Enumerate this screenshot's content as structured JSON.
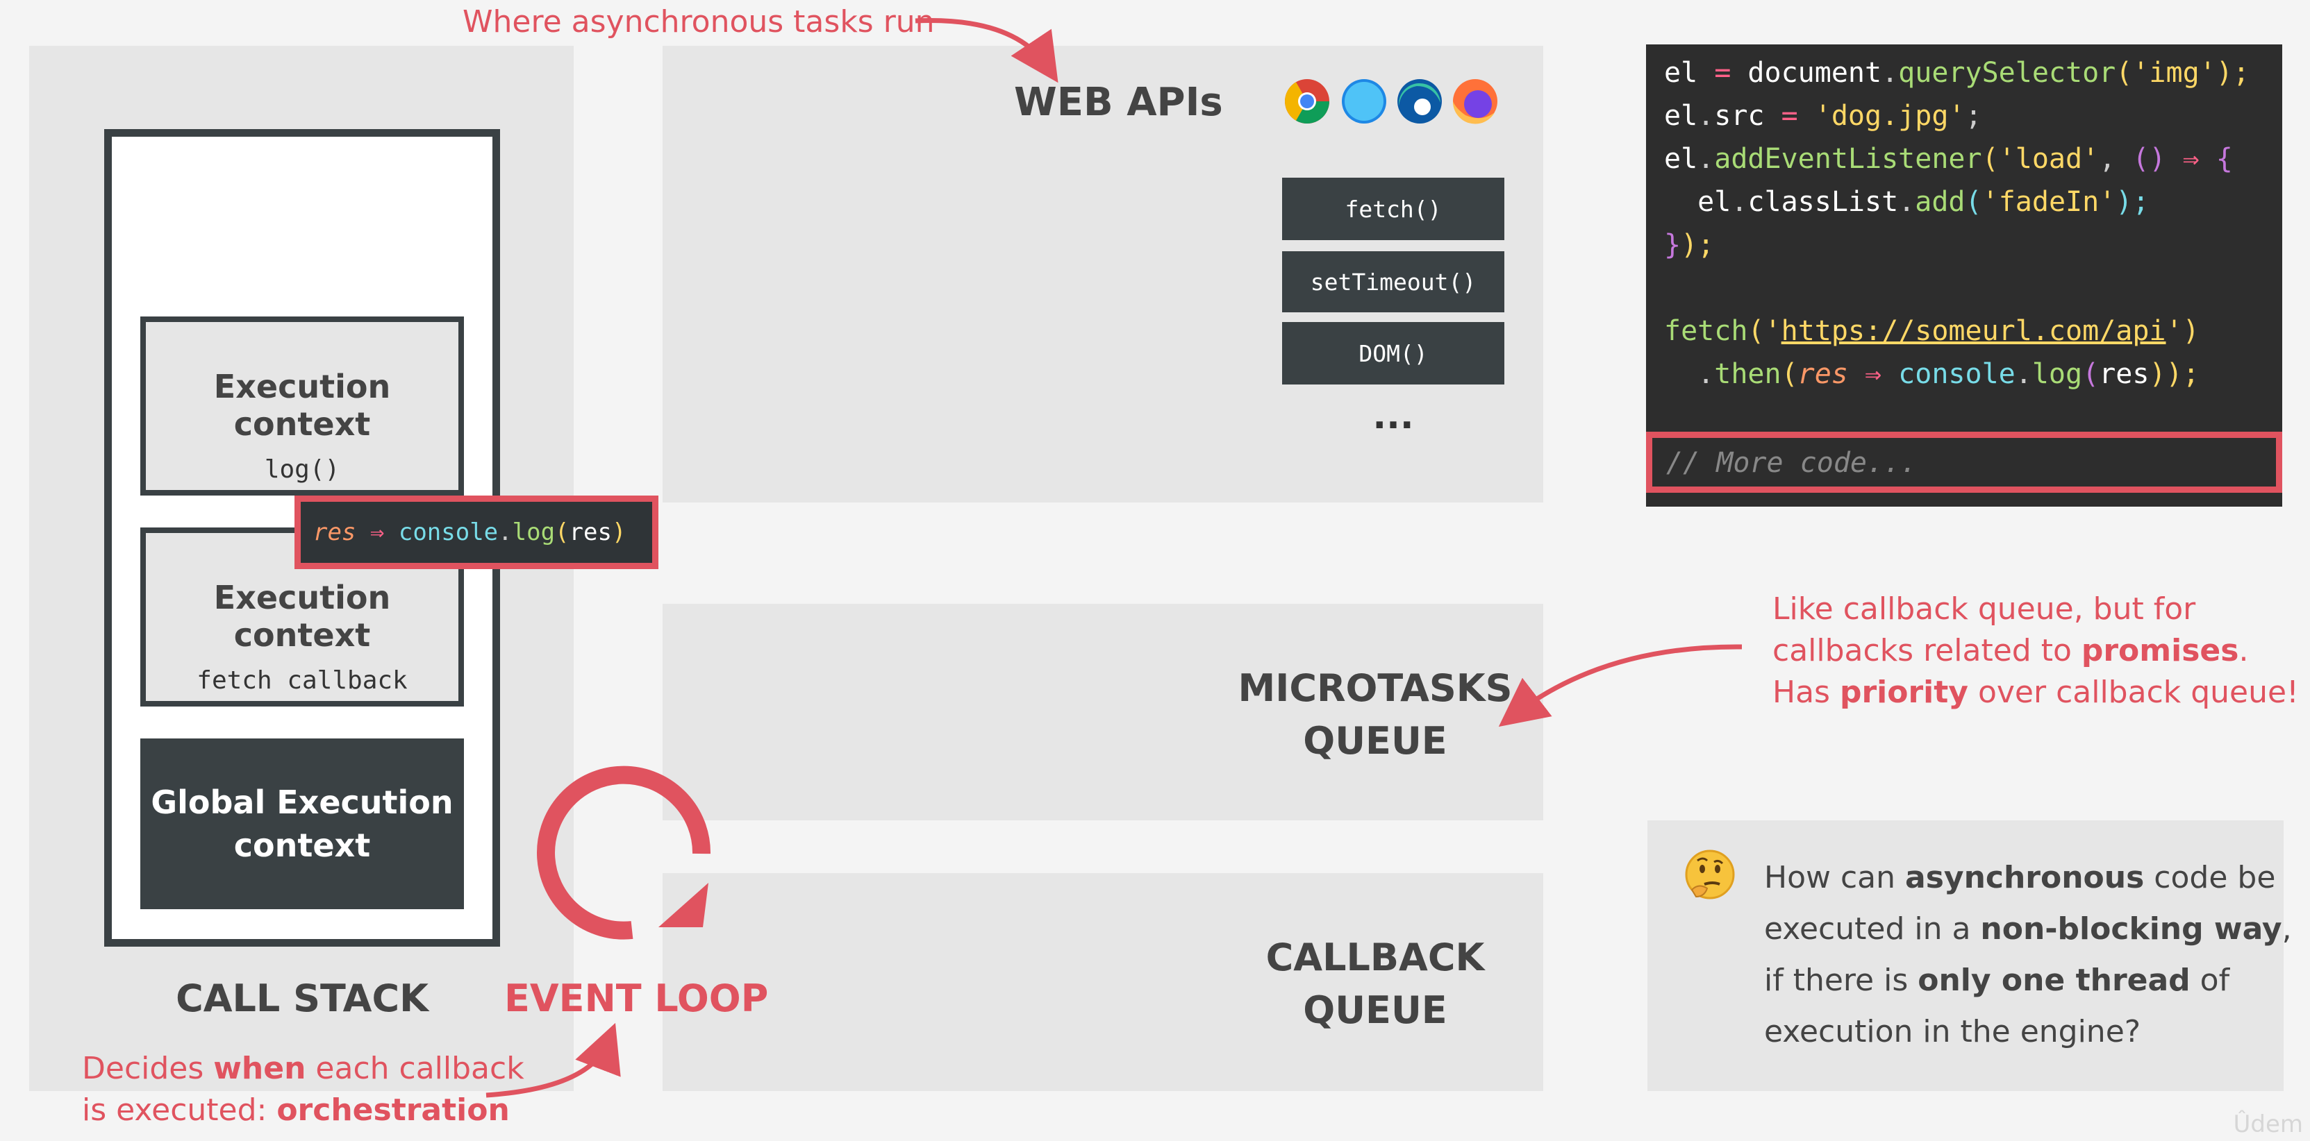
{
  "annotations": {
    "web_apis_note": "Where asynchronous tasks run",
    "event_loop_note_1a": "Decides ",
    "event_loop_note_1b": "when",
    "event_loop_note_1c": " each callback",
    "event_loop_note_2a": "is executed: ",
    "event_loop_note_2b": "orchestration",
    "microtasks_note_1": "Like callback queue, but for",
    "microtasks_note_2a": "callbacks related to ",
    "microtasks_note_2b": "promises",
    "microtasks_note_2c": ".",
    "microtasks_note_3a": "Has ",
    "microtasks_note_3b": "priority",
    "microtasks_note_3c": " over callback queue!"
  },
  "call_stack": {
    "label": "CALL STACK",
    "contexts": [
      {
        "title": "Execution context",
        "sub": "log()"
      },
      {
        "title": "Execution context",
        "sub": "fetch callback"
      }
    ],
    "global_line1": "Global Execution",
    "global_line2": "context",
    "callback_chip": {
      "param": "res",
      "arrow": " ⇒ ",
      "obj": "console",
      "dot": ".",
      "fn": "log",
      "open": "(",
      "arg": "res",
      "close": ")"
    }
  },
  "event_loop": {
    "label": "EVENT LOOP"
  },
  "web_apis": {
    "title": "WEB APIs",
    "apis": [
      "fetch()",
      "setTimeout()",
      "DOM()"
    ],
    "more": "...",
    "browser_icons": [
      "chrome-icon",
      "safari-icon",
      "edge-icon",
      "firefox-icon"
    ]
  },
  "microtasks_queue": {
    "line1": "MICROTASKS",
    "line2": "QUEUE"
  },
  "callback_queue": {
    "line1": "CALLBACK",
    "line2": "QUEUE"
  },
  "code": {
    "l1": [
      "el",
      " = ",
      "document",
      ".",
      "querySelector",
      "(",
      "'img'",
      ");"
    ],
    "l2": [
      "el",
      ".",
      "src",
      " = ",
      "'dog.jpg'",
      ";"
    ],
    "l3": [
      "el",
      ".",
      "addEventListener",
      "(",
      "'load'",
      ", ",
      "()",
      " ⇒ ",
      "{"
    ],
    "l4": [
      "  el",
      ".",
      "classList",
      ".",
      "add",
      "(",
      "'fadeIn'",
      ");"
    ],
    "l5": [
      "}",
      ");"
    ],
    "l6": [
      "fetch",
      "(",
      "'",
      "https://someurl.com/api",
      "'",
      ")"
    ],
    "l7": [
      "  .",
      "then",
      "(",
      "res",
      " ⇒ ",
      "console",
      ".",
      "log",
      "(",
      "res",
      "));"
    ],
    "more": "// More code..."
  },
  "question": {
    "emoji": "🤔",
    "l1a": "How can ",
    "l1b": "asynchronous",
    "l1c": " code be",
    "l2a": "executed in a ",
    "l2b": "non-blocking way",
    "l2c": ",",
    "l3a": "if there is ",
    "l3b": "only one thread",
    "l3c": " of",
    "l4": "execution in the engine?"
  },
  "watermark": "Ûdem",
  "colors": {
    "accent": "#e0535f",
    "dark": "#3a4144",
    "panel": "#e6e6e6",
    "code_bg": "#2d2d2d"
  }
}
